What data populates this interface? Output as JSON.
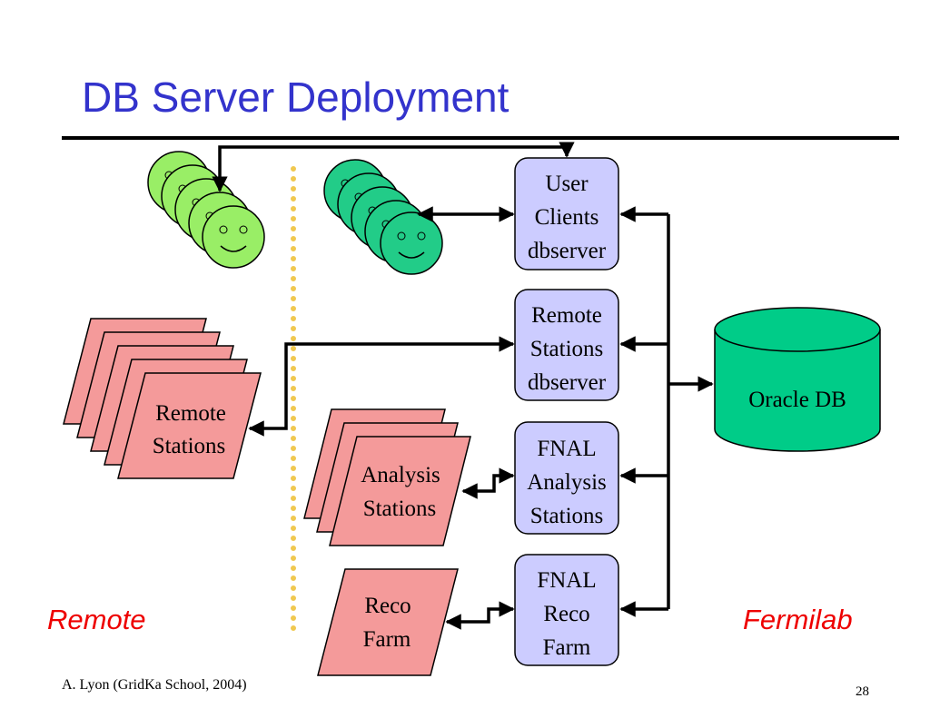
{
  "slide": {
    "title": "DB Server Deployment",
    "footer": "A. Lyon (GridKa School, 2004)",
    "page_number": "28"
  },
  "regions": {
    "left": "Remote",
    "right": "Fermilab"
  },
  "servers": {
    "user": [
      "User",
      "Clients",
      "dbserver"
    ],
    "remote": [
      "Remote",
      "Stations",
      "dbserver"
    ],
    "analysis": [
      "FNAL",
      "Analysis",
      "Stations"
    ],
    "reco": [
      "FNAL",
      "Reco",
      "Farm"
    ]
  },
  "database": {
    "label": "Oracle DB"
  },
  "stations": {
    "remote": [
      "Remote",
      "Stations"
    ],
    "analysis": [
      "Analysis",
      "Stations"
    ],
    "reco": [
      "Reco",
      "Farm"
    ]
  },
  "colors": {
    "title": "#3333cc",
    "server_fill": "#ccccff",
    "db_fill": "#00cc88",
    "station_fill": "#f49a9a",
    "remote_user_face": "#99ee66",
    "local_user_face": "#22cc88",
    "divider": "#f0c850",
    "region_label": "#ee0000"
  }
}
